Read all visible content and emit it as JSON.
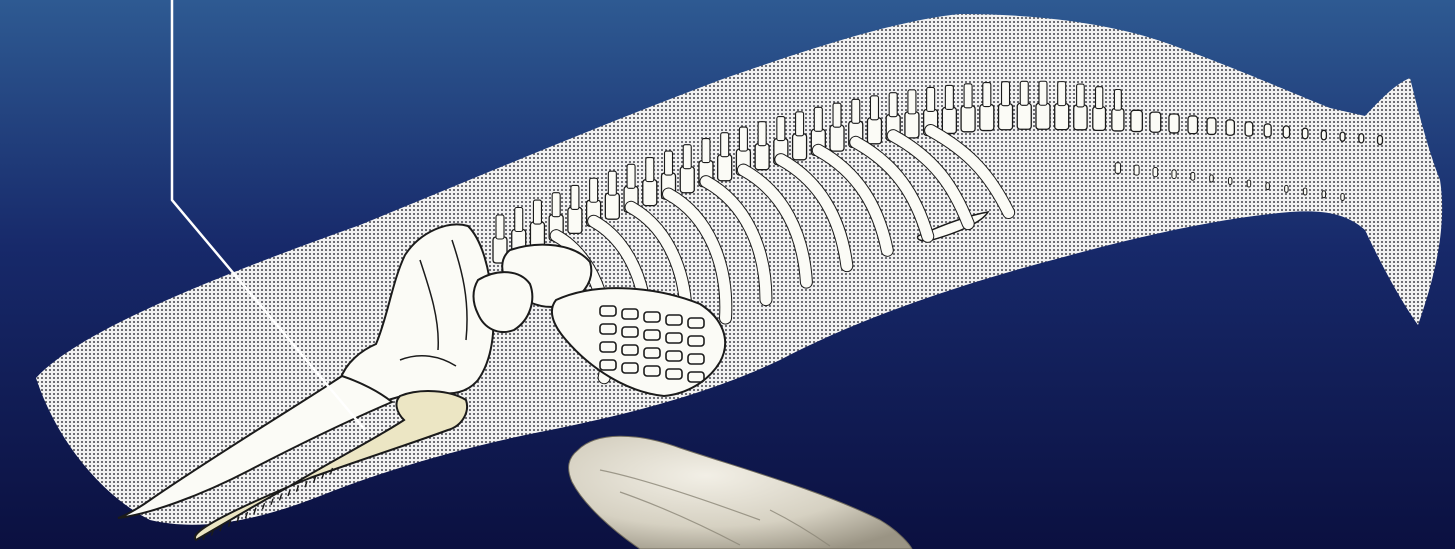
{
  "colors": {
    "background_top": "#2e5a92",
    "background_mid": "#17296a",
    "background_bottom": "#0b1040",
    "body_halftone_light": "#f2f2f2",
    "body_halftone_dark": "#4a4a52",
    "bone": "#fbfbf6",
    "bone_outline": "#1b1b1b",
    "jaw_highlight": "#ece6c4",
    "tooth_specimen": "#d9d4c6",
    "leader_line": "#ffffff"
  },
  "icons": {
    "whale": "sperm-whale-silhouette",
    "skeleton": "whale-skeleton",
    "tooth": "whale-tooth-photo"
  }
}
